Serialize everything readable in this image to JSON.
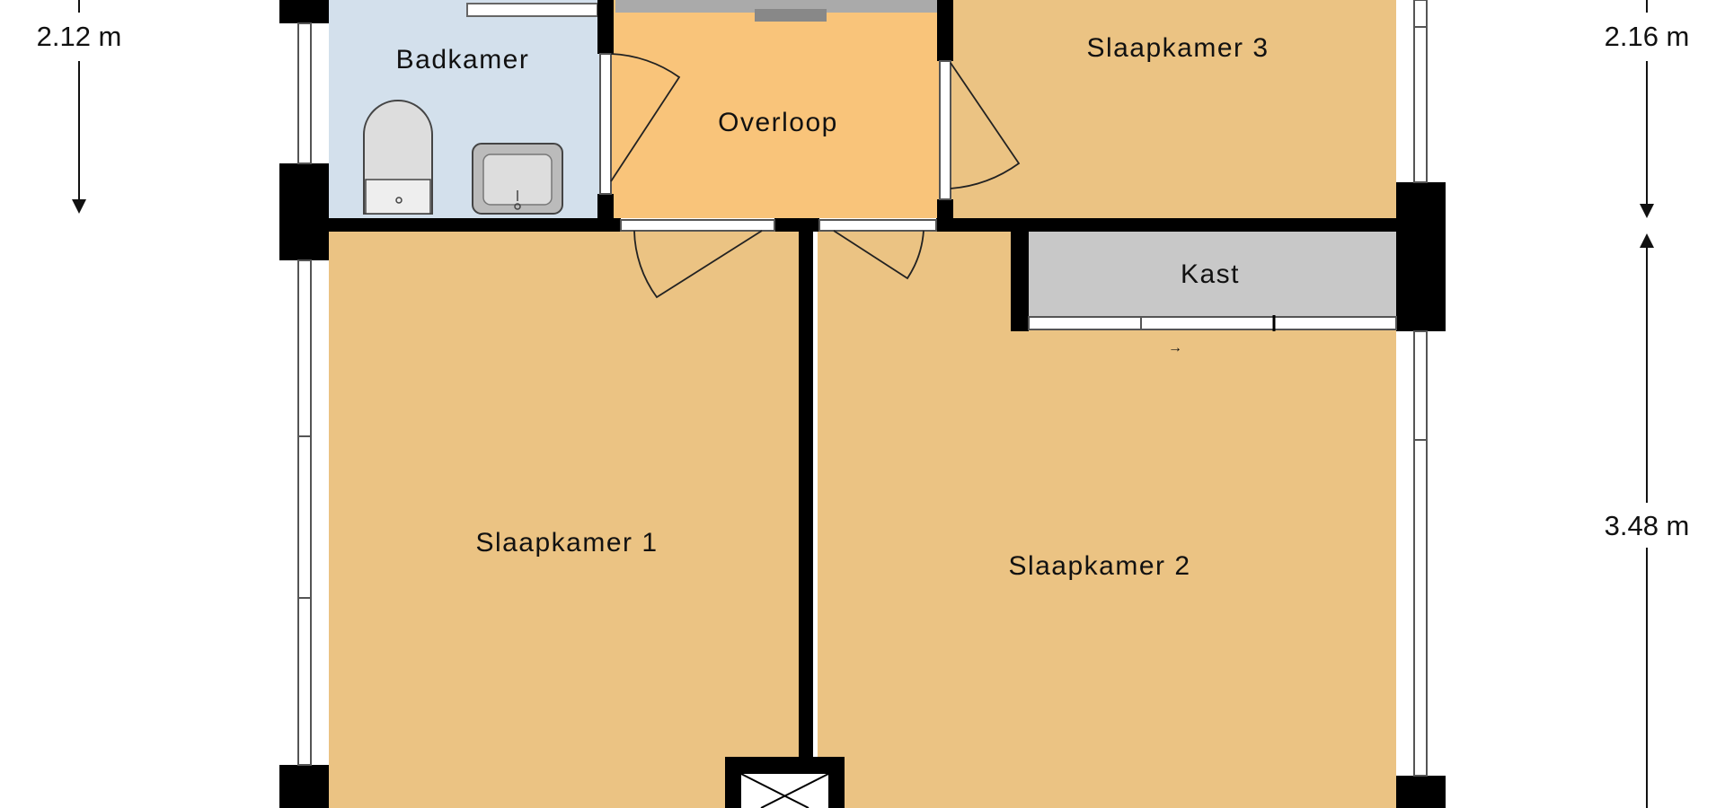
{
  "rooms": {
    "badkamer": "Badkamer",
    "overloop": "Overloop",
    "slaapkamer3": "Slaapkamer 3",
    "kast": "Kast",
    "slaapkamer1": "Slaapkamer 1",
    "slaapkamer2": "Slaapkamer 2"
  },
  "dimensions": {
    "left_top": "2.12 m",
    "right_top": "2.16 m",
    "right_bottom": "3.48 m"
  },
  "markers": {
    "sliding_arrow": "→"
  },
  "colors": {
    "bedroom_fill": "#ebc383",
    "landing_fill": "#f9c47a",
    "bathroom_fill": "#d3e0ec",
    "closet_fill": "#c8c8c8",
    "wall": "#000000"
  }
}
